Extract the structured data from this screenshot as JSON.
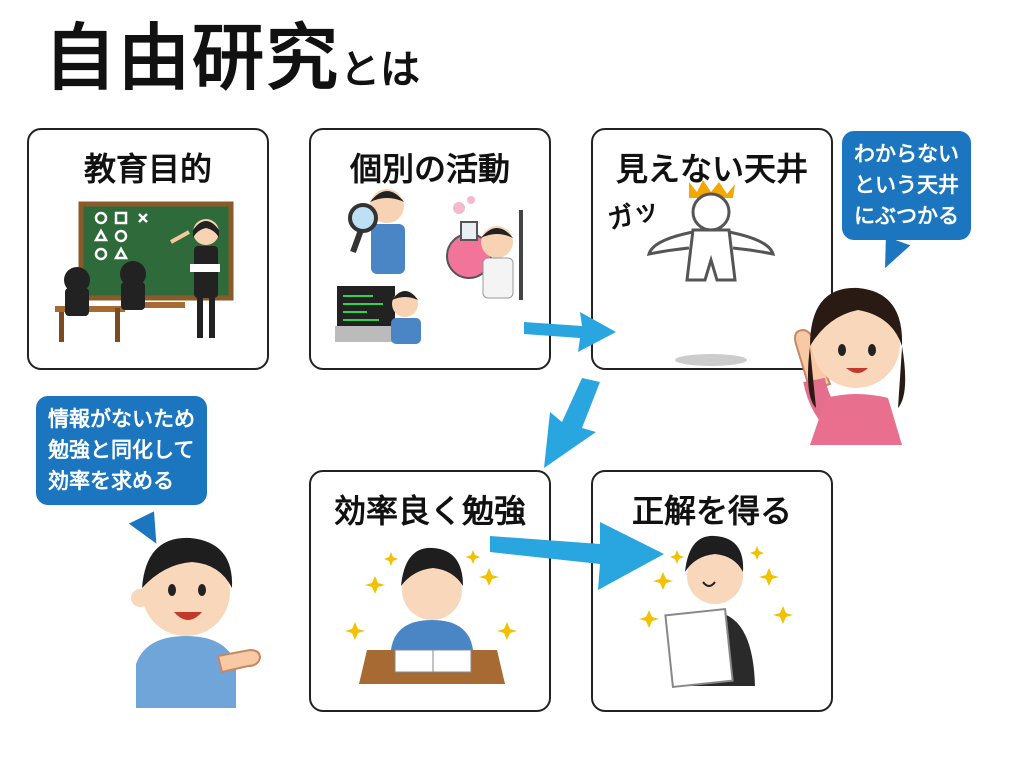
{
  "title": {
    "main": "自由研究",
    "suffix": "とは"
  },
  "cards": {
    "education": {
      "label": "教育目的"
    },
    "individual": {
      "label": "個別の活動"
    },
    "ceiling": {
      "label": "見えない天井",
      "sfx": "ガッ"
    },
    "study": {
      "label": "効率良く勉強"
    },
    "answer": {
      "label": "正解を得る"
    }
  },
  "bubbles": {
    "girl": {
      "lines": [
        "わからない",
        "という天井",
        "にぶつかる"
      ]
    },
    "boy": {
      "lines": [
        "情報がないため",
        "勉強と同化して",
        "効率を求める"
      ]
    }
  },
  "colors": {
    "bubble": "#1c76bf",
    "arrow": "#29a6e0",
    "border": "#222222"
  }
}
